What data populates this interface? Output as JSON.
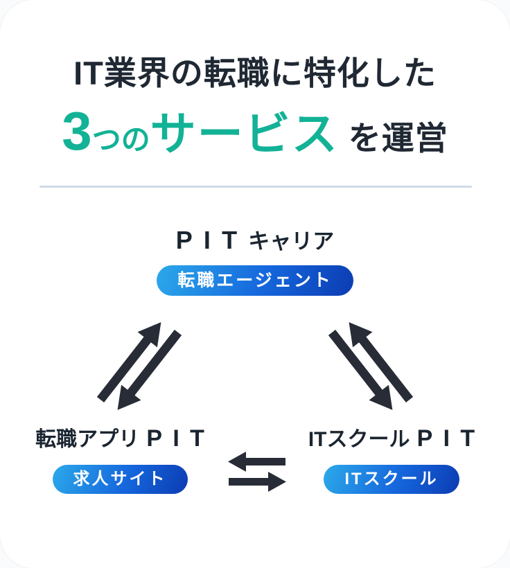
{
  "header": {
    "line1": "IT業界の転職に特化した",
    "line2_num": "3",
    "line2_counter": "つの",
    "line2_word": "サービス",
    "line2_suffix": "を運営"
  },
  "nodes": {
    "top": {
      "pit": "PIT",
      "name_suffix": "キャリア",
      "badge": "転職エージェント"
    },
    "left": {
      "name_prefix": "転職アプリ",
      "pit": "PIT",
      "badge": "求人サイト"
    },
    "right": {
      "name_prefix": "ITスクール",
      "pit": "PIT",
      "badge": "ITスクール"
    }
  },
  "icons": {
    "left_arrow": "double-arrow-diagonal-up-down",
    "right_arrow": "double-arrow-diagonal-up-down",
    "bottom_arrow": "double-arrow-left-right"
  },
  "colors": {
    "accent_teal": "#12B296",
    "text_dark": "#1F2833",
    "badge_gradient_start": "#2CA9EA",
    "badge_gradient_end": "#0C3CB2",
    "divider": "#CFDAE8",
    "arrow": "#272C36",
    "card_bg": "#FFFFFF"
  }
}
